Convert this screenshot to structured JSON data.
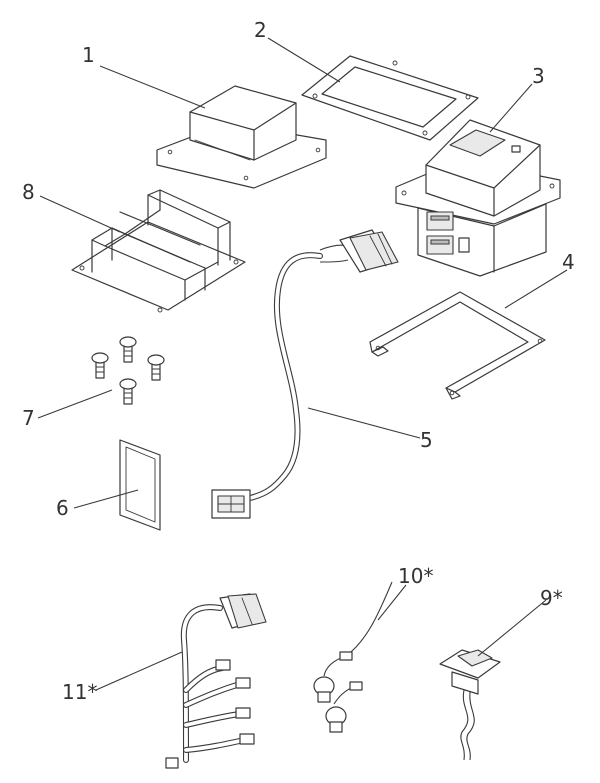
{
  "diagram": {
    "callouts": {
      "c1": "1",
      "c2": "2",
      "c3": "3",
      "c4": "4",
      "c5": "5",
      "c6": "6",
      "c7": "7",
      "c8": "8",
      "c9": "9*",
      "c10": "10*",
      "c11": "11*"
    }
  }
}
